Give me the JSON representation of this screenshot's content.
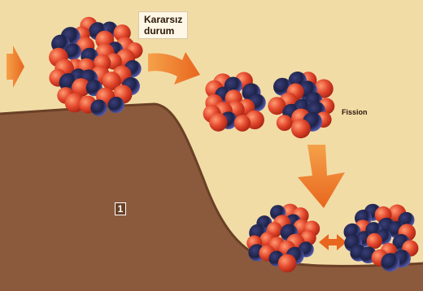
{
  "labels": {
    "unstable_state_line1": "Kararsız",
    "unstable_state_line2": "durum",
    "fission": "Fission",
    "marker_number": "1"
  },
  "colors": {
    "background": "#f2dca6",
    "ground": "#8b5a3c",
    "ground_shadow": "#6a4026",
    "arrow": "#e8661e",
    "proton": "#e2462b",
    "neutron": "#1d2247",
    "neutron_rim": "#5a5fb8"
  },
  "icons": {
    "arrows": "arrow-right-icon",
    "split_arrow": "double-arrow-icon"
  }
}
